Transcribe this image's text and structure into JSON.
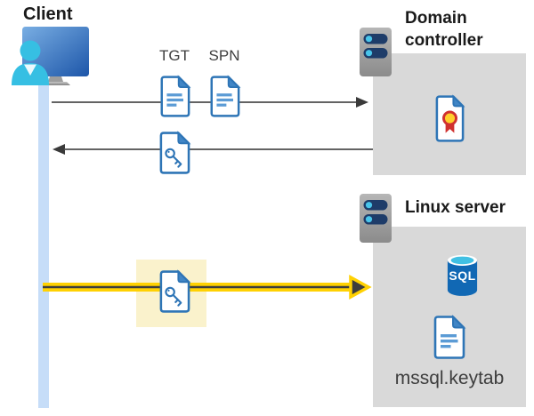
{
  "labels": {
    "client": "Client",
    "tgt": "TGT",
    "spn": "SPN",
    "domain_controller": "Domain controller",
    "linux_server": "Linux server",
    "sql": "SQL",
    "keytab_file": "mssql.keytab"
  },
  "icons": {
    "client": "person-at-computer-icon",
    "domain_controller": "server-icon",
    "linux_server": "server-icon",
    "tgt": "document-icon",
    "spn": "document-icon",
    "ticket": "key-document-icon",
    "certificate": "certificate-document-icon",
    "database": "sql-database-cylinder-icon",
    "keytab": "document-icon"
  },
  "colors": {
    "document_border_blue": "#2e75b6",
    "document_fold_blue": "#4186c6",
    "document_lines_blue": "#5b9bd5",
    "box_gray": "#d9d9d9",
    "timeline_light_blue": "#c6ddf8",
    "arrow_dark_gray": "#3a3a3a",
    "highlight_pale_yellow": "#faf2cc",
    "arrow_yellow": "#ffd102",
    "server_body_gray": "#a8a8a8",
    "server_bar_navy": "#1e3c69",
    "server_dot_cyan": "#49c5ea",
    "sql_body_blue": "#1168b4",
    "sql_top_cyan": "#41c0e3",
    "seal_yellow": "#ffd02c",
    "seal_red": "#d0312f",
    "person_cyan": "#36bfe3",
    "monitor_blue_dark": "#1d56a9"
  }
}
